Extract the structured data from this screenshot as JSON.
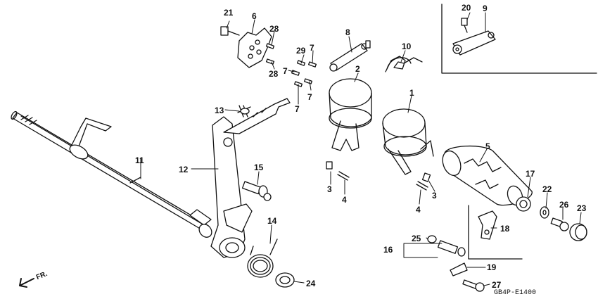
{
  "diagram": {
    "code": "GB4P-E1400",
    "direction_label": "FR.",
    "callouts": {
      "c1": "1",
      "c2": "2",
      "c3a": "3",
      "c3b": "3",
      "c4a": "4",
      "c4b": "4",
      "c5": "5",
      "c6": "6",
      "c7a": "7",
      "c7b": "7",
      "c7c": "7",
      "c7d": "7",
      "c8": "8",
      "c9": "9",
      "c10": "10",
      "c11": "11",
      "c12": "12",
      "c13": "13",
      "c14": "14",
      "c15": "15",
      "c16": "16",
      "c17": "17",
      "c18": "18",
      "c19": "19",
      "c20": "20",
      "c21": "21",
      "c22": "22",
      "c23": "23",
      "c24": "24",
      "c25": "25",
      "c26": "26",
      "c27": "27",
      "c28a": "28",
      "c28b": "28",
      "c29": "29"
    }
  }
}
